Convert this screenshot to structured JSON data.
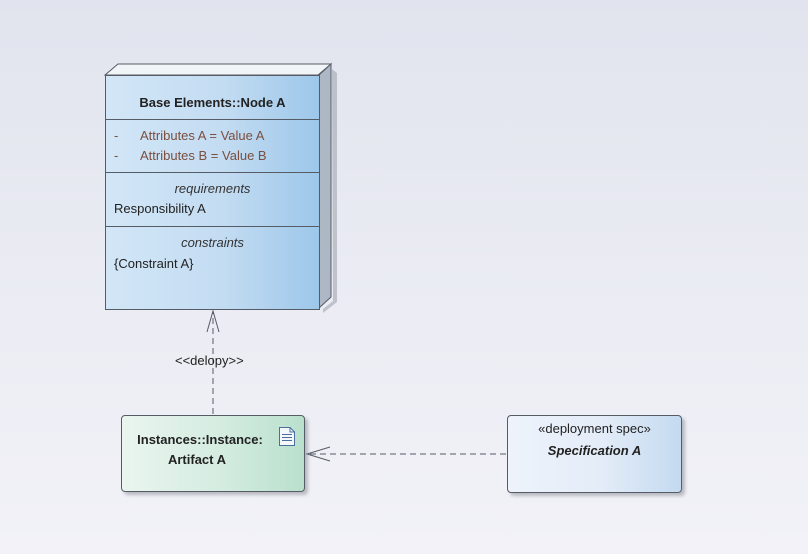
{
  "diagram": {
    "node": {
      "title": "Base Elements::Node A",
      "attributes": [
        {
          "visibility": "-",
          "text": "Attributes A = Value A"
        },
        {
          "visibility": "-",
          "text": "Attributes B = Value B"
        }
      ],
      "requirements_heading": "requirements",
      "requirements": [
        "Responsibility A"
      ],
      "constraints_heading": "constraints",
      "constraints": [
        "{Constraint A}"
      ]
    },
    "artifact": {
      "name_line1": "Instances::Instance:",
      "name_line2": "Artifact A",
      "icon": "document-icon"
    },
    "deployment_spec": {
      "stereotype": "«deployment spec»",
      "name": "Specification A"
    },
    "connectors": {
      "artifact_to_node_label": "<<delopy>>"
    },
    "colors": {
      "node_fill": "#c3dcf2",
      "artifact_fill": "#d4ece0",
      "spec_fill": "#e3ecf8",
      "attribute_text": "#7a4f3f",
      "line": "#555c66"
    }
  }
}
